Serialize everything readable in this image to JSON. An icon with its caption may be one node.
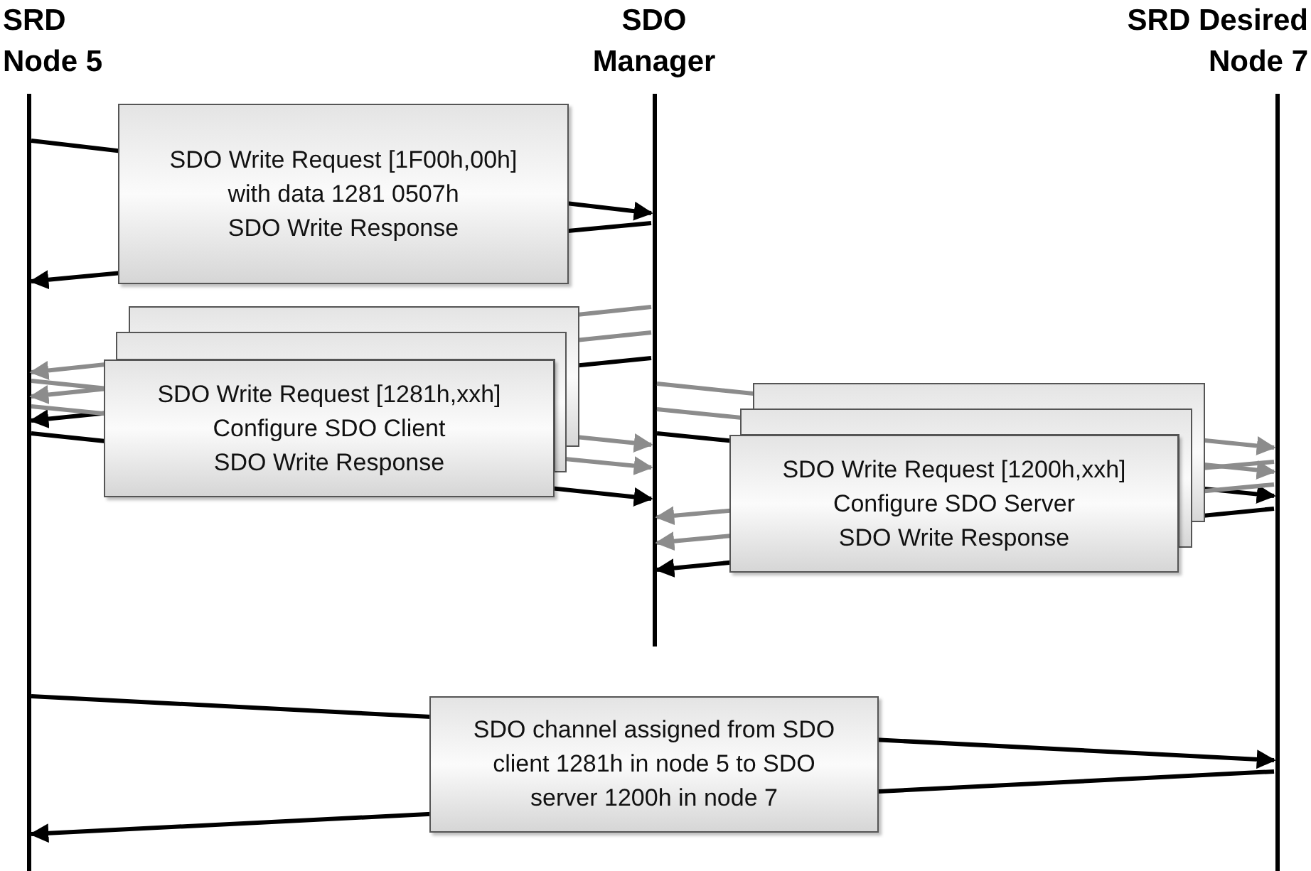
{
  "diagram": {
    "nodes": [
      {
        "text": [
          "SRD Node 5"
        ]
      },
      {
        "text": [
          "SDO Manager"
        ]
      },
      {
        "text": [
          "SRD Desired Node 7"
        ]
      }
    ],
    "edges": [
      {
        "from": 0,
        "to": 1,
        "arrow": "to",
        "label": "SDO Write Request [1F00h,00h] with data 1281 0507h"
      },
      {
        "from": 1,
        "to": 0,
        "arrow": "to",
        "label": "SDO Write Response"
      },
      {
        "from": 1,
        "to": 0,
        "arrow": "to",
        "color": "#8c8c8c"
      },
      {
        "from": 1,
        "to": 0,
        "arrow": "to",
        "color": "#8c8c8c"
      },
      {
        "from": 1,
        "to": 0,
        "arrow": "to",
        "label": "SDO Write Request [1281h,xxh] Configure SDO Client"
      },
      {
        "from": 0,
        "to": 1,
        "arrow": "to",
        "color": "#8c8c8c"
      },
      {
        "from": 0,
        "to": 1,
        "arrow": "to",
        "color": "#8c8c8c"
      },
      {
        "from": 0,
        "to": 1,
        "arrow": "to",
        "label": "SDO Write Response"
      },
      {
        "from": 1,
        "to": 2,
        "arrow": "to",
        "color": "#8c8c8c"
      },
      {
        "from": 1,
        "to": 2,
        "arrow": "to",
        "color": "#8c8c8c"
      },
      {
        "from": 1,
        "to": 2,
        "arrow": "to",
        "label": "SDO Write Request [1200h,xxh] Configure SDO Server"
      },
      {
        "from": 2,
        "to": 1,
        "arrow": "to",
        "color": "#8c8c8c"
      },
      {
        "from": 2,
        "to": 1,
        "arrow": "to",
        "color": "#8c8c8c"
      },
      {
        "from": 2,
        "to": 1,
        "arrow": "to",
        "label": "SDO Write Response"
      },
      {
        "from": 0,
        "to": 2,
        "arrow": "to",
        "label": "SDO channel assigned from SDO client 1281h in node 5 to SDO server 1200h in node 7"
      },
      {
        "from": 2,
        "to": 0,
        "arrow": "to"
      }
    ]
  }
}
